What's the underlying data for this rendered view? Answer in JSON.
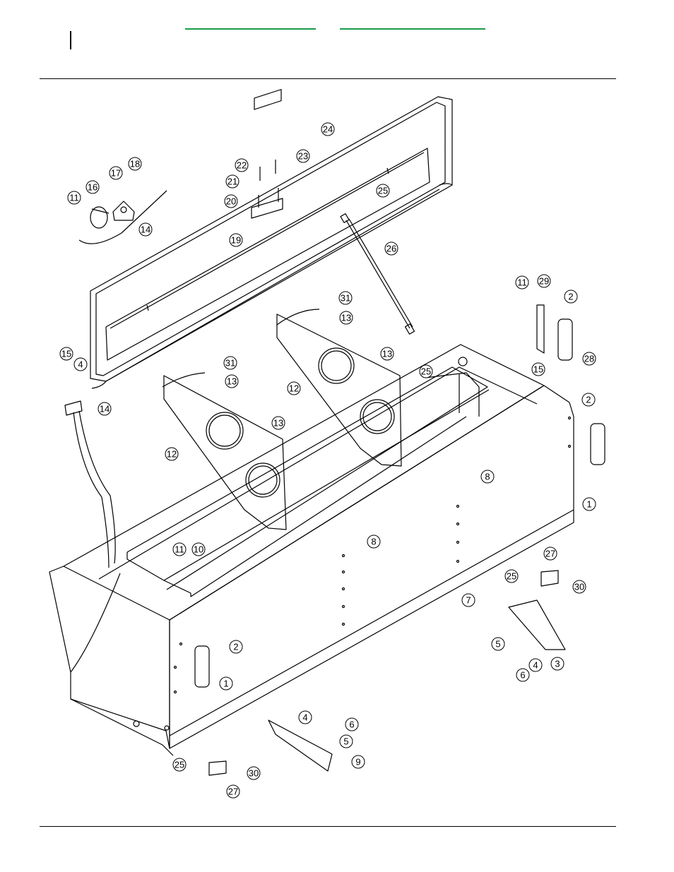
{
  "header": {
    "link_left": "",
    "link_right": ""
  },
  "diagram": {
    "callouts": [
      "1",
      "1",
      "2",
      "2",
      "2",
      "3",
      "4",
      "4",
      "4",
      "5",
      "5",
      "6",
      "6",
      "7",
      "8",
      "8",
      "9",
      "10",
      "11",
      "11",
      "11",
      "12",
      "12",
      "13",
      "13",
      "13",
      "13",
      "14",
      "14",
      "15",
      "15",
      "16",
      "17",
      "18",
      "19",
      "20",
      "21",
      "22",
      "23",
      "24",
      "25",
      "25",
      "25",
      "25",
      "26",
      "27",
      "27",
      "28",
      "29",
      "30",
      "30",
      "31",
      "31"
    ]
  },
  "colors": {
    "link": "#1a9a4a",
    "line": "#000000",
    "paper": "#ffffff"
  }
}
